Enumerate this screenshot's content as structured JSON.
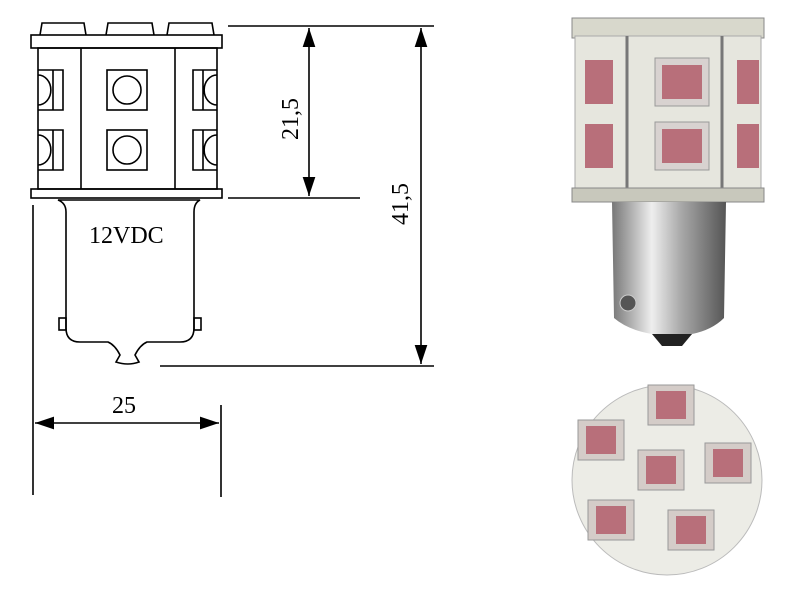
{
  "drawing": {
    "voltage_label": "12VDC",
    "dimensions": {
      "head_height": "21,5",
      "total_height": "41,5",
      "diameter": "25"
    }
  },
  "colors": {
    "line": "#000000",
    "led_red": "#b0606a",
    "pcb": "#e8e8e2",
    "metal": "#b8b8b8"
  }
}
